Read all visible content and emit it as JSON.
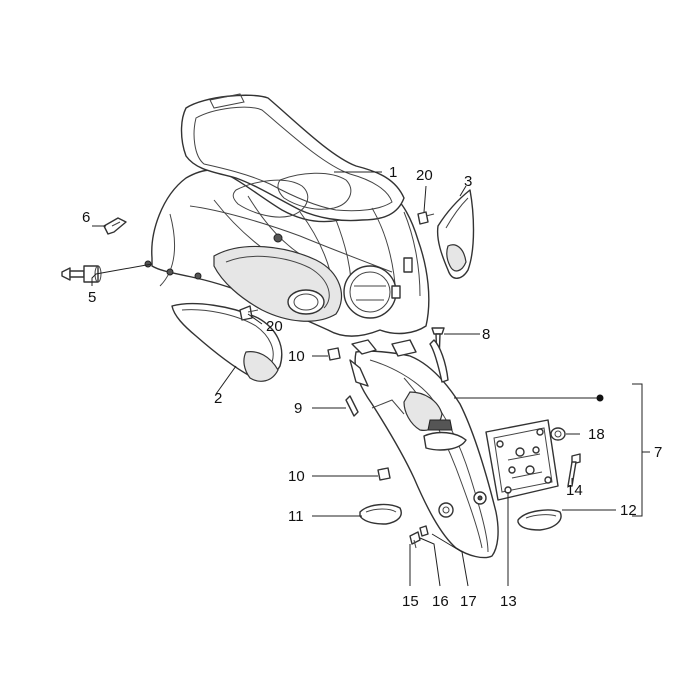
{
  "callouts": [
    {
      "id": "c1",
      "number": "1"
    },
    {
      "id": "c2",
      "number": "2"
    },
    {
      "id": "c3",
      "number": "3"
    },
    {
      "id": "c5",
      "number": "5"
    },
    {
      "id": "c6",
      "number": "6"
    },
    {
      "id": "c7",
      "number": "7"
    },
    {
      "id": "c8",
      "number": "8"
    },
    {
      "id": "c9",
      "number": "9"
    },
    {
      "id": "c10a",
      "number": "10"
    },
    {
      "id": "c10b",
      "number": "10"
    },
    {
      "id": "c11",
      "number": "11"
    },
    {
      "id": "c12",
      "number": "12"
    },
    {
      "id": "c13",
      "number": "13"
    },
    {
      "id": "c14",
      "number": "14"
    },
    {
      "id": "c15",
      "number": "15"
    },
    {
      "id": "c16",
      "number": "16"
    },
    {
      "id": "c17",
      "number": "17"
    },
    {
      "id": "c18",
      "number": "18"
    },
    {
      "id": "c20a",
      "number": "20"
    },
    {
      "id": "c20b",
      "number": "20"
    }
  ]
}
